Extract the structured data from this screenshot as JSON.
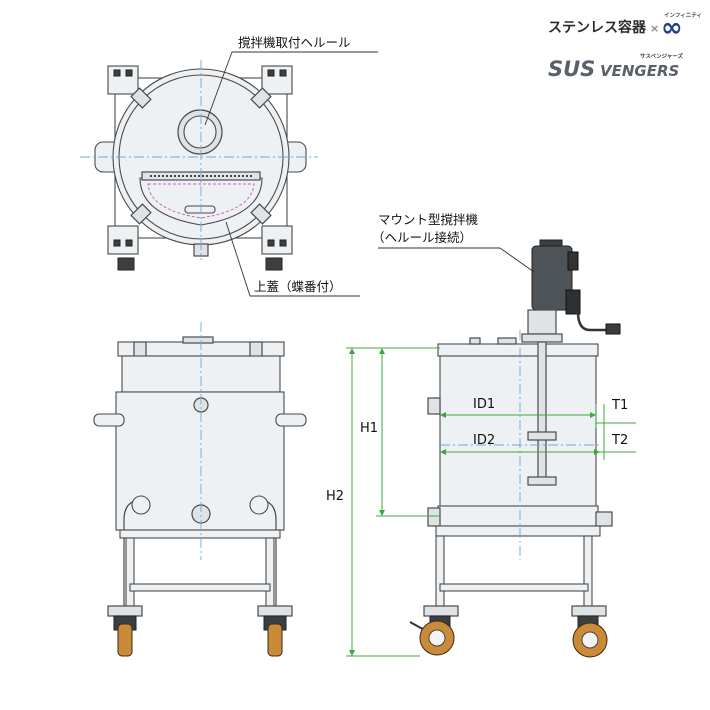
{
  "brand": {
    "line1": "ステンレス容器",
    "cross": "×",
    "infinity_small": "インフィニティ",
    "infinity_symbol": "∞",
    "subtitle_small": "サスペンジャーズ",
    "logo_sus": "SUS",
    "logo_vengers": "VENGERS",
    "infinity_color": "#1f3f8f"
  },
  "labels": {
    "agitator_mount": "撹拌機取付ヘルール",
    "lid": "上蓋（蝶番付）",
    "mount_agitator_l1": "マウント型撹拌機",
    "mount_agitator_l2": "（ヘルール接続）"
  },
  "dimensions": {
    "id1": "ID1",
    "id2": "ID2",
    "t1": "T1",
    "t2": "T2",
    "h1": "H1",
    "h2": "H2",
    "dim_color": "#3ea83e",
    "centerline_color": "#6fa8d6"
  }
}
